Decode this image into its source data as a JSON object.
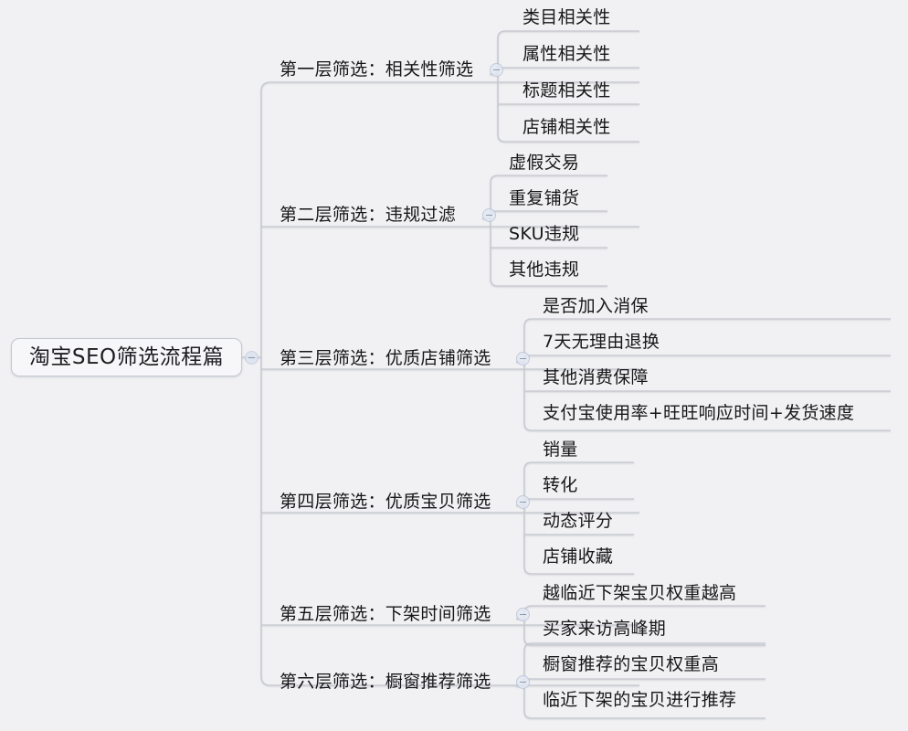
{
  "diagram": {
    "type": "mindmap",
    "title": "淘宝SEO筛选流程篇",
    "background_color": "#f1f1f3",
    "node_fill": "#f7f7f9",
    "node_border": "#c3c7ce",
    "text_color": "#17171a",
    "toggle_color": "#e3e8f2"
  },
  "root": {
    "label": "淘宝SEO筛选流程篇",
    "toggle": "collapse-toggle"
  },
  "branches": [
    {
      "id": "layer-1",
      "label": "第一层筛选：相关性筛选",
      "toggle": "collapse-toggle",
      "children": [
        {
          "label": "类目相关性"
        },
        {
          "label": "属性相关性"
        },
        {
          "label": "标题相关性"
        },
        {
          "label": "店铺相关性"
        }
      ]
    },
    {
      "id": "layer-2",
      "label": "第二层筛选：违规过滤",
      "toggle": "collapse-toggle",
      "children": [
        {
          "label": "虚假交易"
        },
        {
          "label": "重复铺货"
        },
        {
          "label": "SKU违规"
        },
        {
          "label": "其他违规"
        }
      ]
    },
    {
      "id": "layer-3",
      "label": "第三层筛选：优质店铺筛选",
      "toggle": "collapse-toggle",
      "children": [
        {
          "label": "是否加入消保"
        },
        {
          "label": "7天无理由退换"
        },
        {
          "label": "其他消费保障"
        },
        {
          "label": "支付宝使用率+旺旺响应时间+发货速度"
        }
      ]
    },
    {
      "id": "layer-4",
      "label": "第四层筛选：优质宝贝筛选",
      "toggle": "collapse-toggle",
      "children": [
        {
          "label": "销量"
        },
        {
          "label": "转化"
        },
        {
          "label": "动态评分"
        },
        {
          "label": "店铺收藏"
        }
      ]
    },
    {
      "id": "layer-5",
      "label": "第五层筛选：下架时间筛选",
      "toggle": "collapse-toggle",
      "children": [
        {
          "label": "越临近下架宝贝权重越高"
        },
        {
          "label": "买家来访高峰期"
        }
      ]
    },
    {
      "id": "layer-6",
      "label": "第六层筛选：橱窗推荐筛选",
      "toggle": "collapse-toggle",
      "children": [
        {
          "label": "橱窗推荐的宝贝权重高"
        },
        {
          "label": "临近下架的宝贝进行推荐"
        }
      ]
    }
  ]
}
